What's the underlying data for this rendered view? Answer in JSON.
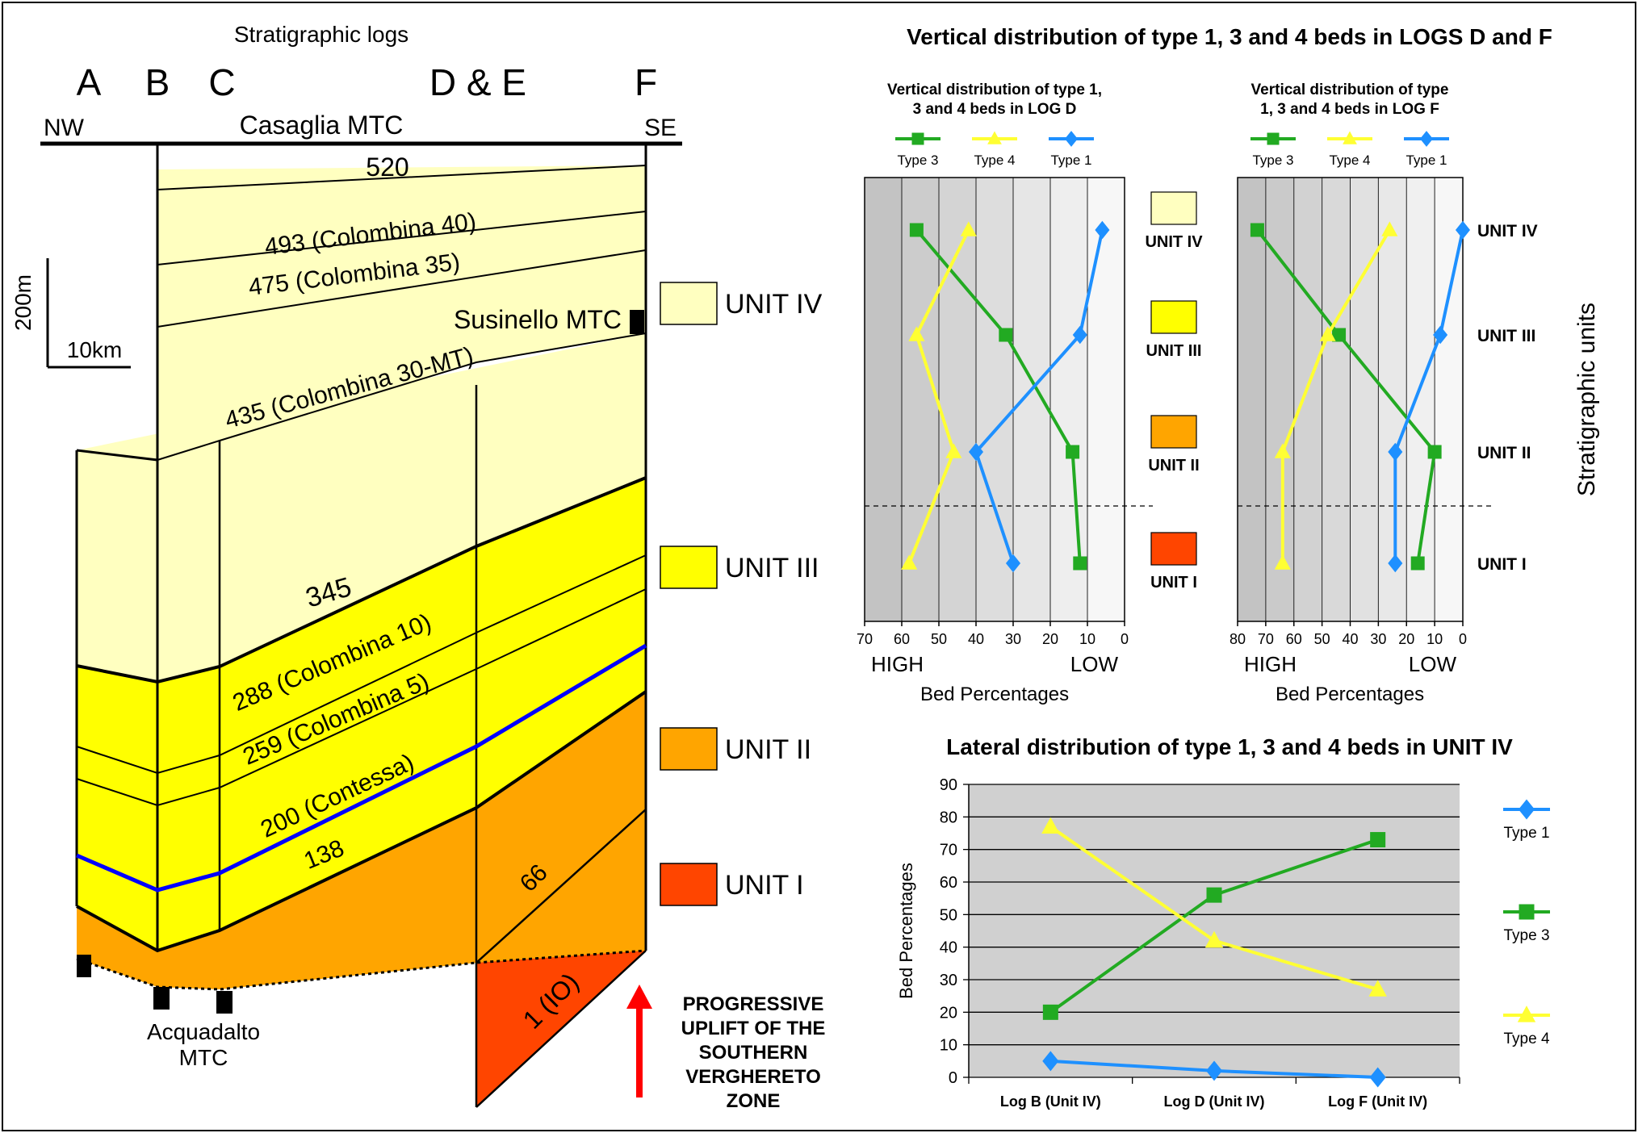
{
  "figure": {
    "outer_border_color": "#000000"
  },
  "section": {
    "title": "Stratigraphic logs",
    "log_letters": [
      "A",
      "B",
      "C",
      "D & E",
      "F"
    ],
    "nw": "NW",
    "se": "SE",
    "top_label": "Casaglia MTC",
    "scale_v": "200m",
    "scale_h": "10km",
    "horizons": [
      "520",
      "493 (Colombina 40)",
      "475 (Colombina 35)",
      "435 (Colombina 30-MT)",
      "345",
      "288 (Colombina 10)",
      "259 (Colombina 5)",
      "200 (Contessa)",
      "138",
      "66",
      "1 (IO)"
    ],
    "susinello": "Susinello MTC",
    "acquadalto": [
      "Acquadalto",
      "MTC"
    ],
    "uplift_text": [
      "PROGRESSIVE",
      "UPLIFT OF THE",
      "SOUTHERN",
      "VERGHERETO",
      "ZONE"
    ],
    "units_legend": [
      {
        "label": "UNIT IV",
        "color": "#ffffc0"
      },
      {
        "label": "UNIT III",
        "color": "#ffff00"
      },
      {
        "label": "UNIT II",
        "color": "#ffa500"
      },
      {
        "label": "UNIT I",
        "color": "#ff4500"
      }
    ],
    "colors": {
      "unit4": "#ffffc0",
      "unit3": "#ffff00",
      "unit2": "#ffa500",
      "unit1": "#ff4500",
      "contessa_line": "#0000ff",
      "uplift_arrow": "#ff0000"
    }
  },
  "vertical": {
    "title": "Vertical distribution of type 1, 3 and 4 beds in LOGS D and F",
    "units_right_title": "Stratigraphic units",
    "unit_labels": [
      "UNIT IV",
      "UNIT III",
      "UNIT II",
      "UNIT I"
    ],
    "middle_legend": [
      {
        "label": "UNIT IV",
        "color": "#ffffc0"
      },
      {
        "label": "UNIT III",
        "color": "#ffff00"
      },
      {
        "label": "UNIT II",
        "color": "#ffa500"
      },
      {
        "label": "UNIT I",
        "color": "#ff4500"
      }
    ],
    "high": "HIGH",
    "low": "LOW",
    "xlabel": "Bed Percentages"
  },
  "chart_data": [
    {
      "id": "log_d",
      "type": "line",
      "title": "Vertical distribution of type 1, 3 and 4 beds in LOG D",
      "title_lines": [
        "Vertical distribution of type 1,",
        "3 and 4 beds in LOG D"
      ],
      "xlabel": "Bed Percentages",
      "xlim": [
        70,
        0
      ],
      "x_ticks": [
        "70",
        "60",
        "50",
        "40",
        "30",
        "20",
        "10",
        "0"
      ],
      "categories": [
        "UNIT IV",
        "UNIT III",
        "UNIT II",
        "UNIT I"
      ],
      "series": [
        {
          "name": "Type 3",
          "color": "#22aa22",
          "marker": "square",
          "values": [
            56,
            32,
            14,
            12
          ]
        },
        {
          "name": "Type 4",
          "color": "#ffff33",
          "marker": "triangle",
          "values": [
            42,
            56,
            46,
            58
          ]
        },
        {
          "name": "Type 1",
          "color": "#1e90ff",
          "marker": "diamond",
          "values": [
            6,
            12,
            40,
            30
          ]
        }
      ]
    },
    {
      "id": "log_f",
      "type": "line",
      "title": "Vertical distribution of type 1, 3 and 4 beds in LOG F",
      "title_lines": [
        "Vertical distribution of type",
        "1, 3 and 4 beds in LOG F"
      ],
      "xlabel": "Bed Percentages",
      "xlim": [
        80,
        0
      ],
      "x_ticks": [
        "80",
        "70",
        "60",
        "50",
        "40",
        "30",
        "20",
        "10",
        "0"
      ],
      "categories": [
        "UNIT IV",
        "UNIT III",
        "UNIT II",
        "UNIT I"
      ],
      "series": [
        {
          "name": "Type 3",
          "color": "#22aa22",
          "marker": "square",
          "values": [
            73,
            44,
            10,
            16
          ]
        },
        {
          "name": "Type 4",
          "color": "#ffff33",
          "marker": "triangle",
          "values": [
            26,
            48,
            64,
            64
          ]
        },
        {
          "name": "Type 1",
          "color": "#1e90ff",
          "marker": "diamond",
          "values": [
            0,
            8,
            24,
            24
          ]
        }
      ]
    },
    {
      "id": "lateral",
      "type": "line",
      "title": "Lateral distribution of type 1, 3 and 4 beds in UNIT IV",
      "ylabel": "Bed Percentages",
      "ylim": [
        0,
        90
      ],
      "y_ticks": [
        "0",
        "10",
        "20",
        "30",
        "40",
        "50",
        "60",
        "70",
        "80",
        "90"
      ],
      "categories": [
        "Log B (Unit IV)",
        "Log D (Unit IV)",
        "Log F (Unit IV)"
      ],
      "grid": true,
      "legend": "right",
      "series": [
        {
          "name": "Type 1",
          "color": "#1e90ff",
          "marker": "diamond",
          "values": [
            5,
            2,
            0
          ]
        },
        {
          "name": "Type 3",
          "color": "#22aa22",
          "marker": "square",
          "values": [
            20,
            56,
            73
          ]
        },
        {
          "name": "Type 4",
          "color": "#ffff33",
          "marker": "triangle",
          "values": [
            77,
            42,
            27
          ]
        }
      ]
    }
  ]
}
